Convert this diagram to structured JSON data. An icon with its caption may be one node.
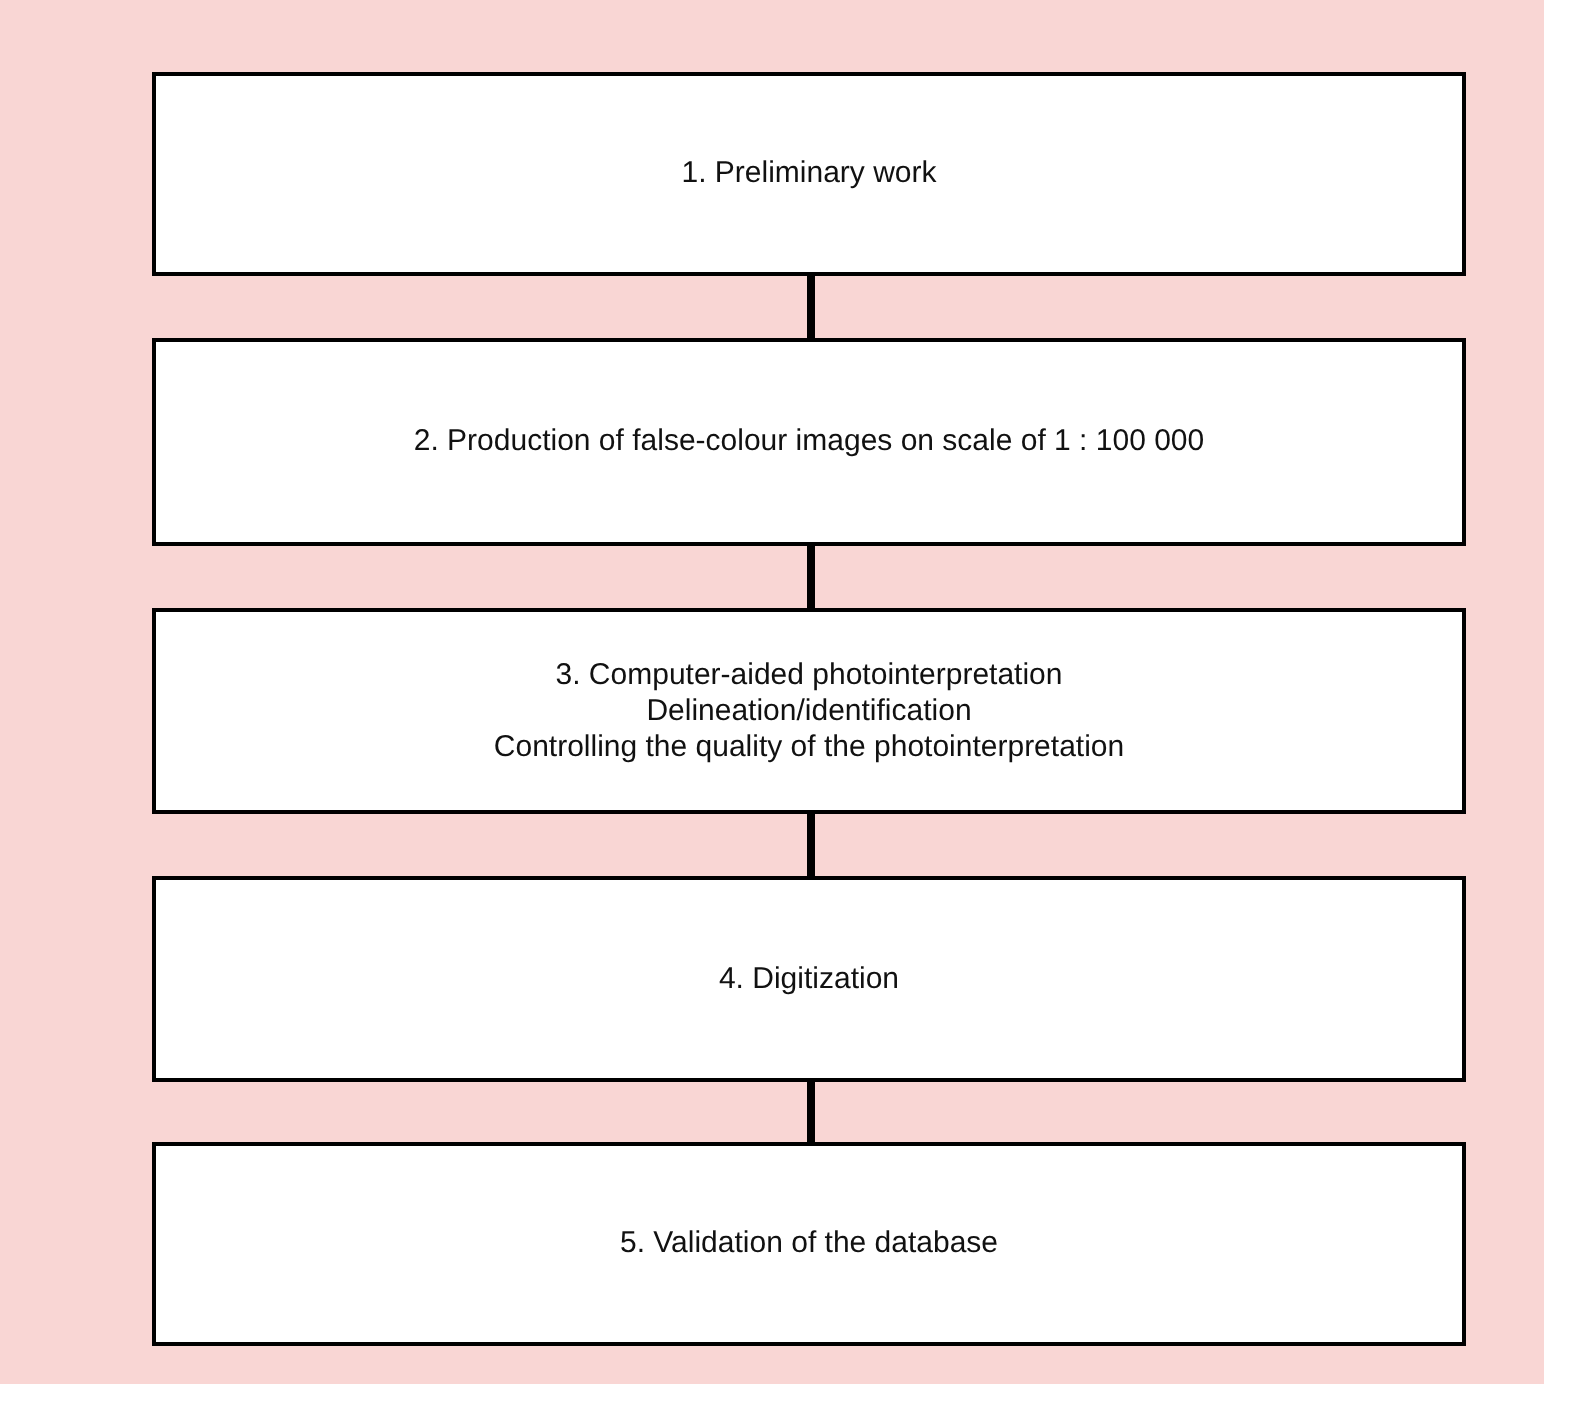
{
  "diagram": {
    "nodes": [
      {
        "text": [
          "1. Preliminary work"
        ]
      },
      {
        "text": [
          "2. Production of false-colour images on scale of 1 : 100 000"
        ]
      },
      {
        "text": [
          "3. Computer-aided photointerpretation",
          "Delineation/identification",
          "Controlling the quality of the photointerpretation"
        ]
      },
      {
        "text": [
          "4. Digitization"
        ]
      },
      {
        "text": [
          "5. Validation of the database"
        ]
      }
    ],
    "edges": [
      {
        "from": 0,
        "to": 1,
        "arrow": "none"
      },
      {
        "from": 1,
        "to": 2,
        "arrow": "none"
      },
      {
        "from": 2,
        "to": 3,
        "arrow": "none"
      },
      {
        "from": 3,
        "to": 4,
        "arrow": "none"
      }
    ]
  }
}
